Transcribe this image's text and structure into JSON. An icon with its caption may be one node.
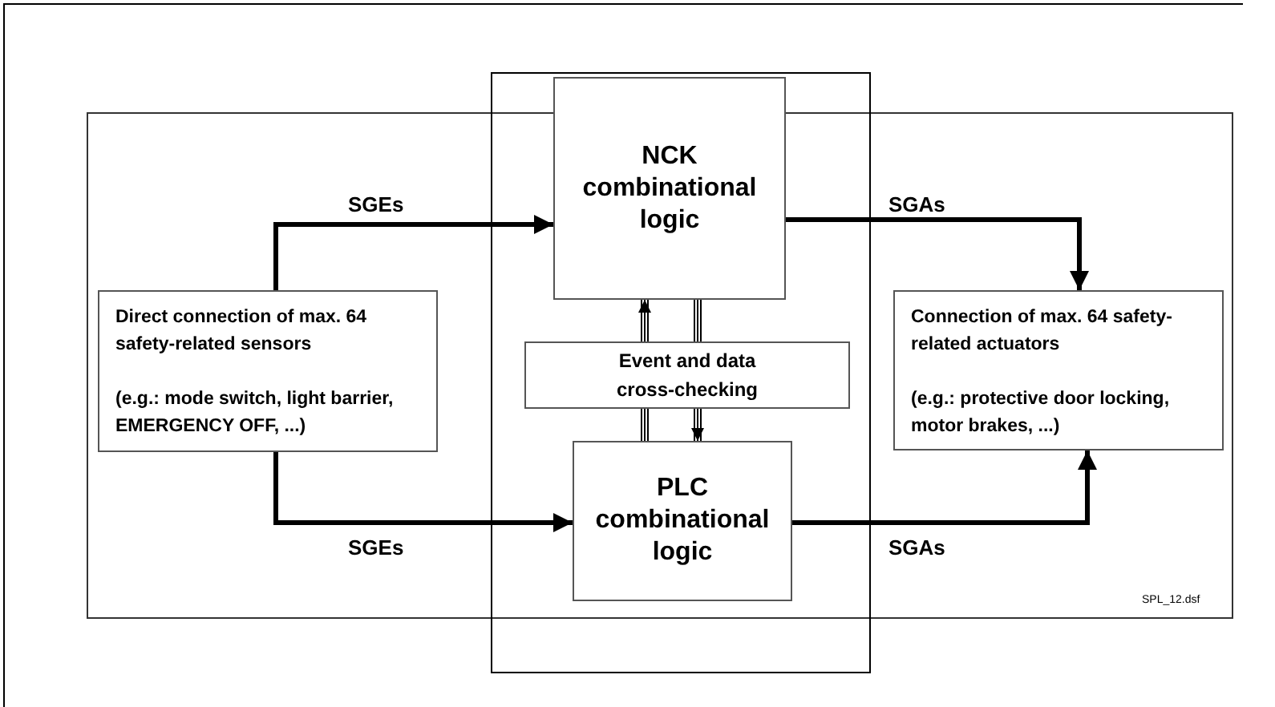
{
  "diagram": {
    "nodes": [
      {
        "text": [],
        "shape": "box"
      },
      {
        "text": [
          "NCK combinational logic"
        ],
        "in": 0
      },
      {
        "text": [
          "Event and data cross-checking"
        ],
        "in": 0
      },
      {
        "text": [
          "PLC combinational logic"
        ],
        "in": 0
      },
      {
        "text": [
          "Direct connection of max. 64 safety-related sensors",
          "(e.g.: mode switch, light barrier, EMERGENCY OFF, ...)"
        ]
      },
      {
        "text": [
          "Connection of max. 64 safety-related actuators",
          "(e.g.: protective door locking, motor brakes, ...)"
        ]
      }
    ],
    "edges": [
      {
        "from": 4,
        "to": 1,
        "arrow": "to",
        "label": "SGEs",
        "style": "thick"
      },
      {
        "from": 4,
        "to": 3,
        "arrow": "to",
        "label": "SGEs",
        "style": "thick"
      },
      {
        "from": 1,
        "to": 5,
        "arrow": "to",
        "label": "SGAs",
        "style": "thick"
      },
      {
        "from": 3,
        "to": 5,
        "arrow": "to",
        "label": "SGAs",
        "style": "thick"
      },
      {
        "from": 3,
        "to": 2,
        "arrow": "none"
      },
      {
        "from": 2,
        "to": 1,
        "arrow": "to"
      },
      {
        "from": 1,
        "to": 2,
        "arrow": "none"
      },
      {
        "from": 2,
        "to": 3,
        "arrow": "to"
      }
    ],
    "labels": [
      "SPL_12.dsf"
    ]
  }
}
